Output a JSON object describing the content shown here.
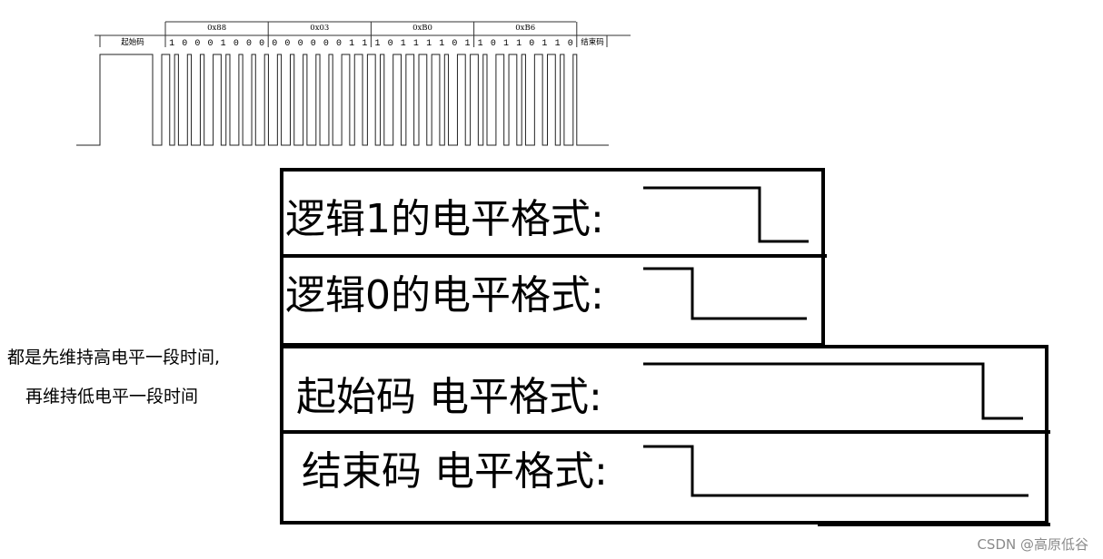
{
  "timing": {
    "start_label": "起始码",
    "end_label": "结束码",
    "bytes": [
      {
        "hex": "0x88",
        "bits": "10001000"
      },
      {
        "hex": "0x03",
        "bits": "00000011"
      },
      {
        "hex": "0xB0",
        "bits": "10111101"
      },
      {
        "hex": "0xB6",
        "bits": "10110110"
      }
    ]
  },
  "rows": [
    {
      "label": "逻辑1的电平格式:",
      "bit": 1
    },
    {
      "label": "逻辑0的电平格式:",
      "bit": 0
    },
    {
      "label": "起始码 电平格式:",
      "bit": "start"
    },
    {
      "label": "结束码 电平格式:",
      "bit": "end"
    }
  ],
  "note": {
    "line1": "都是先维持高电平一段时间,",
    "line2": "再维持低电平一段时间"
  },
  "watermark": "CSDN @高原低谷"
}
